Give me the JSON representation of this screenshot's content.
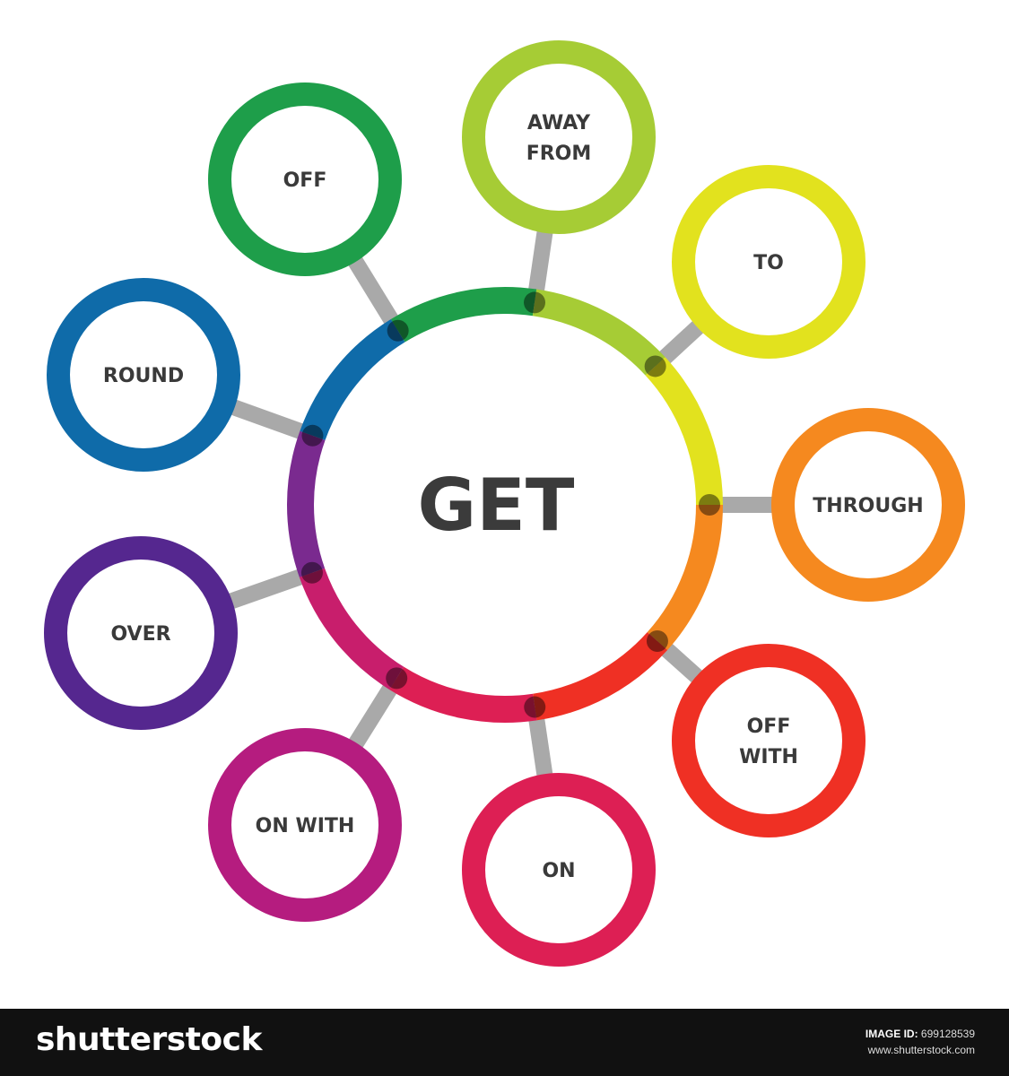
{
  "center": {
    "label": "GET"
  },
  "nodes": [
    {
      "label": [
        "OFF"
      ],
      "color": "#1e9e4a",
      "arc_color": "#1e9e4a"
    },
    {
      "label": [
        "AWAY",
        "FROM"
      ],
      "color": "#a6cc35",
      "arc_color": "#a6cc35"
    },
    {
      "label": [
        "TO"
      ],
      "color": "#e2e21e",
      "arc_color": "#e2e21e"
    },
    {
      "label": [
        "THROUGH"
      ],
      "color": "#f5891f",
      "arc_color": "#f5891f"
    },
    {
      "label": [
        "OFF",
        "WITH"
      ],
      "color": "#ef3024",
      "arc_color": "#ef3024"
    },
    {
      "label": [
        "ON"
      ],
      "color": "#dd1f54",
      "arc_color": "#dd1f54"
    },
    {
      "label": [
        "ON WITH"
      ],
      "color": "#b51c7f",
      "arc_color": "#c81e6c"
    },
    {
      "label": [
        "OVER"
      ],
      "color": "#55278f",
      "arc_color": "#7a2a8f"
    },
    {
      "label": [
        "ROUND"
      ],
      "color": "#0f6ba9",
      "arc_color": "#0f6ba9"
    }
  ],
  "connector_color": "#a0a0a0",
  "footer": {
    "brand": "shutterstock",
    "image_id_label": "IMAGE ID:",
    "image_id": "699128539",
    "site": "www.shutterstock.com"
  }
}
